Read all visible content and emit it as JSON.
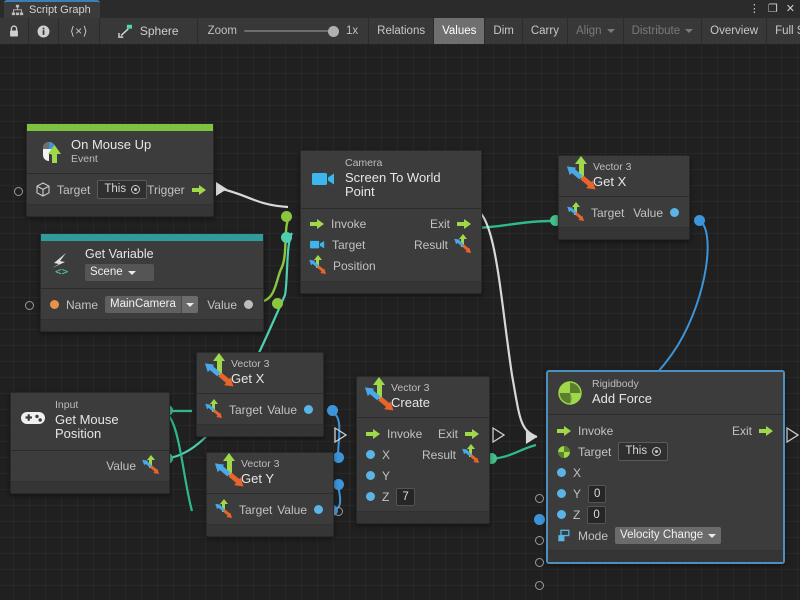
{
  "window": {
    "tab_title": "Script Graph",
    "tab_icon": "script-graph-icon",
    "controls": {
      "menu": "⋮",
      "maximize": "❐",
      "close": "✕"
    }
  },
  "toolbar": {
    "lock_icon": "lock-icon",
    "info_icon": "info-icon",
    "code_icon": "code-icon",
    "code_label": "⟨×⟩",
    "breadcrumb_icon": "graph-node-icon",
    "breadcrumb_label": "Sphere",
    "zoom_label": "Zoom",
    "zoom_value": "1x",
    "buttons": [
      {
        "label": "Relations",
        "state": "normal"
      },
      {
        "label": "Values",
        "state": "active"
      },
      {
        "label": "Dim",
        "state": "normal"
      },
      {
        "label": "Carry",
        "state": "normal"
      },
      {
        "label": "Align",
        "state": "disabled",
        "caret": true
      },
      {
        "label": "Distribute",
        "state": "disabled",
        "caret": true
      },
      {
        "label": "Overview",
        "state": "normal"
      },
      {
        "label": "Full Screen",
        "state": "normal"
      }
    ]
  },
  "canvas": {
    "background": "#202020",
    "grid_color": "#2b2b2b",
    "nodes": {
      "on_mouse_up": {
        "accent": "#7fc241",
        "icon": "mouse-up-icon",
        "subtitle": "On Mouse Up",
        "title": "Event",
        "target_label": "Target",
        "target_value": "This",
        "trigger_label": "Trigger"
      },
      "get_variable": {
        "accent": "#2f9c9c",
        "icon": "variable-icon",
        "title": "Get Variable",
        "scope": "Scene",
        "name_label": "Name",
        "name_value": "MainCamera",
        "value_label": "Value"
      },
      "camera_screen_to_world": {
        "icon": "camera-icon",
        "subtitle": "Camera",
        "title": "Screen To World Point",
        "inputs": [
          "Invoke",
          "Target",
          "Position"
        ],
        "outputs": [
          "Exit",
          "Result"
        ]
      },
      "vector3_get_x_top": {
        "icon": "vector3-icon",
        "subtitle": "Vector 3",
        "title": "Get X",
        "target_label": "Target",
        "value_label": "Value"
      },
      "input_mouse_position": {
        "icon": "gamepad-icon",
        "subtitle": "Input",
        "title": "Get Mouse Position",
        "value_label": "Value"
      },
      "vector3_get_x_mid": {
        "icon": "vector3-icon",
        "subtitle": "Vector 3",
        "title": "Get X",
        "target_label": "Target",
        "value_label": "Value"
      },
      "vector3_get_y": {
        "icon": "vector3-icon",
        "subtitle": "Vector 3",
        "title": "Get Y",
        "target_label": "Target",
        "value_label": "Value"
      },
      "vector3_create": {
        "icon": "vector3-icon",
        "subtitle": "Vector 3",
        "title": "Create",
        "invoke_label": "Invoke",
        "exit_label": "Exit",
        "x_label": "X",
        "y_label": "Y",
        "z_label": "Z",
        "z_value": "7",
        "result_label": "Result"
      },
      "rigidbody_add_force": {
        "selected": true,
        "icon": "rigidbody-icon",
        "subtitle": "Rigidbody",
        "title": "Add Force",
        "invoke_label": "Invoke",
        "exit_label": "Exit",
        "target_label": "Target",
        "target_value": "This",
        "x_label": "X",
        "y_label": "Y",
        "y_value": "0",
        "z_label": "Z",
        "z_value": "0",
        "mode_label": "Mode",
        "mode_value": "Velocity Change"
      }
    },
    "wire_colors": {
      "flow": "#d8d8d8",
      "object": "#8cc63f",
      "vector": "#44c08a",
      "float": "#3d94d8"
    }
  }
}
